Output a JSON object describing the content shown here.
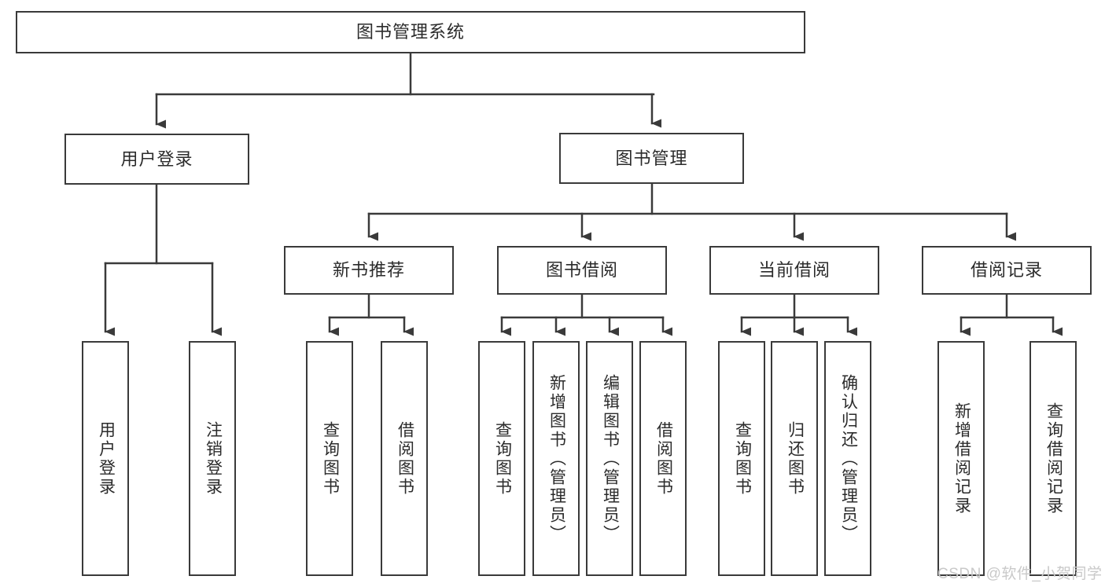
{
  "diagram": {
    "type": "hierarchy-tree",
    "title": "图书管理系统",
    "root": {
      "label": "图书管理系统"
    },
    "level2": [
      {
        "label": "用户登录"
      },
      {
        "label": "图书管理"
      }
    ],
    "level3": [
      {
        "label": "新书推荐"
      },
      {
        "label": "图书借阅"
      },
      {
        "label": "当前借阅"
      },
      {
        "label": "借阅记录"
      }
    ],
    "leaves": {
      "user_login": [
        {
          "label": "用户登录"
        },
        {
          "label": "注销登录"
        }
      ],
      "new_book_recommend": [
        {
          "label": "查询图书"
        },
        {
          "label": "借阅图书"
        }
      ],
      "book_borrow": [
        {
          "label": "查询图书"
        },
        {
          "label": "新增图书（管理员）"
        },
        {
          "label": "编辑图书（管理员）"
        },
        {
          "label": "借阅图书"
        }
      ],
      "current_borrow": [
        {
          "label": "查询图书"
        },
        {
          "label": "归还图书"
        },
        {
          "label": "确认归还（管理员）"
        }
      ],
      "borrow_record": [
        {
          "label": "新增借阅记录"
        },
        {
          "label": "查询借阅记录"
        }
      ]
    }
  },
  "watermark": {
    "text": "CSDN @软件_小贺同学"
  },
  "colors": {
    "stroke": "#3a3a3a",
    "box_fill": "#ffffff",
    "text": "#2b2b2b",
    "watermark": "#c9c9c9",
    "background": "#ffffff"
  }
}
